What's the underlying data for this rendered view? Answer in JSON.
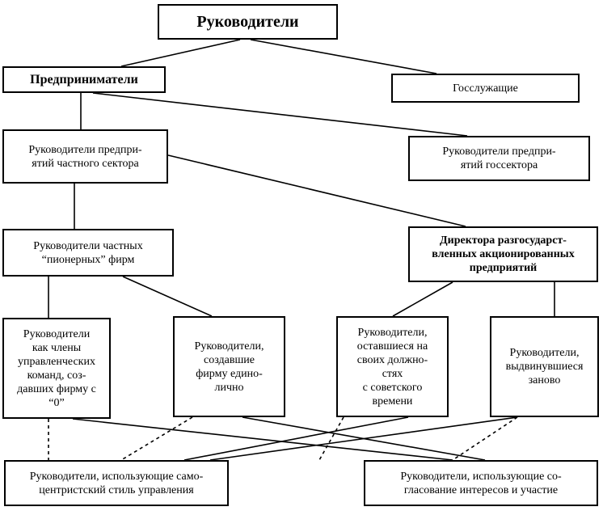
{
  "nodes": {
    "root": "Руководители",
    "entrepreneurs": "Предприниматели",
    "civil_servants": "Госслужащие",
    "private_sector": "Руководители предпри-\nятий частного сектора",
    "state_sector": "Руководители предпри-\nятий госсектора",
    "pioneer_firms": "Руководители частных\n“пионерных” фирм",
    "privatized_directors": "Директора разгосударст-\nвленных акционированных\nпредприятий",
    "team_founders": "Руководители\nкак члены\nуправленческих\nкоманд, соз-\nдавших фирму с\n“0”",
    "sole_founders": "Руководители,\nсоздавшие\nфирму едино-\nлично",
    "soviet_holdovers": "Руководители,\nоставшиеся на\nсвоих должно-\nстях\nс советского\nвремени",
    "newly_promoted": "Руководители,\nвыдвинувшиеся\nзаново",
    "self_centered_style": "Руководители, использующие само-\nцентристский стиль управления",
    "coordination_style": "Руководители, использующие со-\nгласование интересов и участие"
  },
  "colors": {
    "line": "#000000",
    "box_border": "#000000",
    "background": "#ffffff"
  }
}
